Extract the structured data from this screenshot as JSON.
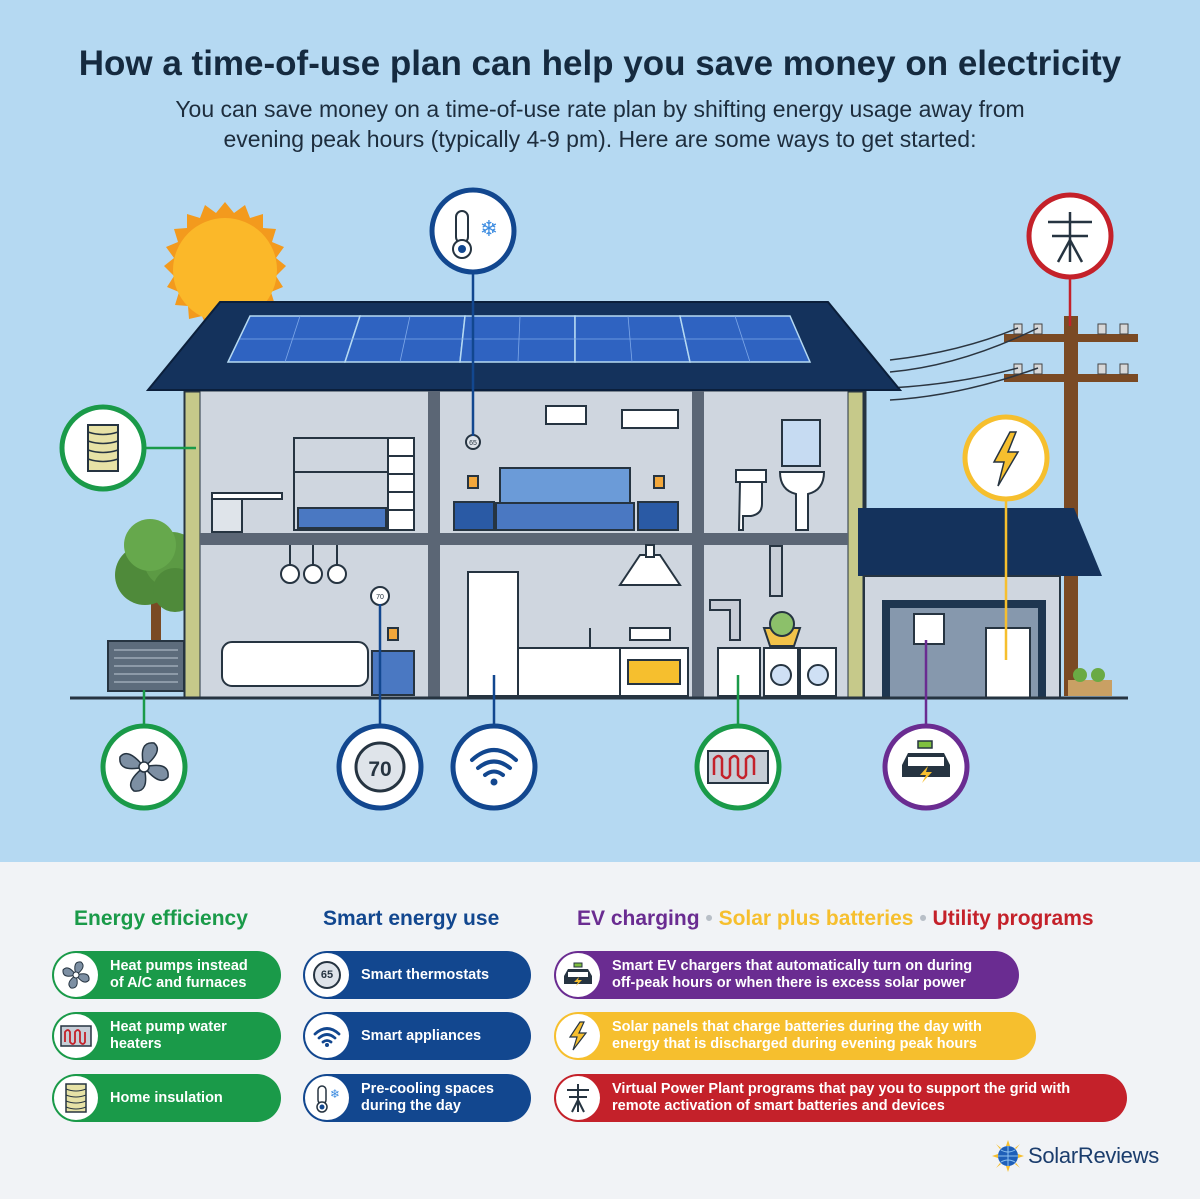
{
  "header": {
    "title": "How a time-of-use plan can help you save money on electricity",
    "subtitle_line1": "You can save money on a time-of-use rate plan by shifting energy usage away from",
    "subtitle_line2": "evening peak hours (typically 4-9 pm). Here are some ways to get started:"
  },
  "scene": {
    "thermostat_upstairs": "65",
    "thermostat_downstairs": "70",
    "thermostat_badge": "70"
  },
  "columns": {
    "energy_efficiency": {
      "heading": "Energy efficiency",
      "items": [
        {
          "line1": "Heat pumps instead",
          "line2": "of A/C and furnaces",
          "icon": "fan-icon"
        },
        {
          "line1": "Heat pump water",
          "line2": "heaters",
          "icon": "water-heater-coil-icon"
        },
        {
          "line1": "Home insulation",
          "line2": "",
          "icon": "insulation-icon"
        }
      ]
    },
    "smart_energy_use": {
      "heading": "Smart energy use",
      "items": [
        {
          "line1": "Smart thermostats",
          "line2": "",
          "icon": "thermostat-icon",
          "badge": "65"
        },
        {
          "line1": "Smart appliances",
          "line2": "",
          "icon": "wifi-icon"
        },
        {
          "line1": "Pre-cooling spaces",
          "line2": "during the day",
          "icon": "thermometer-snowflake-icon"
        }
      ]
    },
    "programs": {
      "heading_ev": "EV charging",
      "separator": "•",
      "heading_solar": "Solar plus batteries",
      "heading_utility": "Utility programs",
      "items": [
        {
          "line1": "Smart EV chargers that automatically turn on during",
          "line2": "off-peak hours or when there is excess solar power",
          "icon": "ev-car-icon"
        },
        {
          "line1": "Solar panels that charge batteries during the day with",
          "line2": "energy that is discharged during evening peak hours",
          "icon": "lightning-icon"
        },
        {
          "line1": "Virtual Power Plant programs that pay you to support the grid with",
          "line2": "remote activation of smart batteries and devices",
          "icon": "power-pole-icon"
        }
      ]
    }
  },
  "brand": {
    "name": "SolarReviews"
  },
  "colors": {
    "sky": "#b5d9f2",
    "navy": "#12305a",
    "green": "#1a9a49",
    "blue": "#12478f",
    "purple": "#6a2c91",
    "yellow": "#f6bf2e",
    "red": "#c4212a"
  }
}
